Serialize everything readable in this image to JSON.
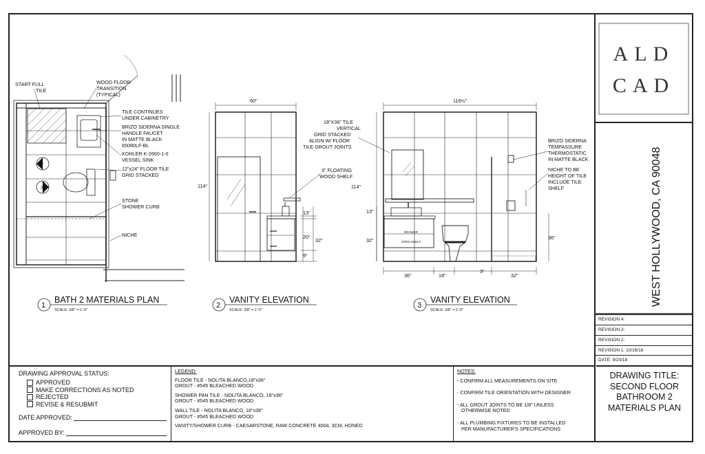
{
  "logo": {
    "line1": "ALD",
    "line2": "CAD"
  },
  "project": {
    "location": "WEST HOLLYWOOD, CA 90048"
  },
  "revisions": [
    "REVISION 4:",
    "REVISION 3:",
    "REVISION 2:",
    "REVISION 1: 10/16/18",
    "DATE: 9/20/18"
  ],
  "drawing_title": {
    "label": "DRAWING TITLE:",
    "lines": [
      "SECOND FLOOR",
      "BATHROOM 2",
      "MATERIALS PLAN"
    ]
  },
  "approval": {
    "heading": "DRAWING APPROVAL STATUS:",
    "options": [
      "APPROVED",
      "MAKE CORRECTIONS AS NOTED",
      "REJECTED",
      "REVISE & RESUBMIT"
    ],
    "date_label": "DATE APPROVED:",
    "by_label": "APPROVED BY:"
  },
  "legend": {
    "heading": "LEGEND:",
    "items": [
      [
        "FLOOR TILE - NOLITA BLANCO,18\"x36\"",
        "GROUT - #545 BLEACHED WOOD"
      ],
      [
        "SHOWER PAN TILE - NOLITA BLANCO, 18\"x36\"",
        "GROUT - #545 BLEACHED WOOD"
      ],
      [
        "WALL TILE - NOLITA BLANCO, 18\"x36\"",
        "GROUT - #545 BLEACHED WOOD"
      ],
      [
        "VANITY/SHOWER CURB - CAESARSTONE, RAW CONCRETE 4004, 3CM, HONED"
      ]
    ]
  },
  "notes": {
    "heading": "NOTES:",
    "items": [
      [
        "- CONFIRM ALL MEASUREMENTS ON SITE"
      ],
      [
        "- CONFIRM TILE ORIENTATION WITH DESIGNER"
      ],
      [
        "- ALL GROUT JOINTS TO BE 1/8\" UNLESS",
        "  OTHERWISE NOTED"
      ],
      [
        "- ALL PLUMBING FIXTURES TO BE INSTALLED",
        "  PER MANUFACTURER'S SPECIFICATIONS"
      ]
    ]
  },
  "views": [
    {
      "number": "1",
      "title": "BATH 2 MATERIALS PLAN",
      "scale": "SCALE: 3/8\" = 1'-0\""
    },
    {
      "number": "2",
      "title": "VANITY ELEVATION",
      "scale": "SCALE: 3/8\" = 1'-0\""
    },
    {
      "number": "3",
      "title": "VANITY ELEVATION",
      "scale": "SCALE: 3/8\" = 1'-0\""
    }
  ],
  "plan_notes": {
    "start_full_tile": [
      "START FULL",
      "TILE"
    ],
    "wood_floor": [
      "WOOD FLOOR",
      "TRANSITION",
      "(TYPICAL)"
    ],
    "tile_continues": [
      "TILE CONTINUES",
      "UNDER CABINETRY"
    ],
    "faucet": [
      "BRIZO SIDERNA SINGLE",
      "HANDLE FAUCET",
      "IN MATTE BLACK",
      "65080LF-BL"
    ],
    "sink": [
      "KOHLER K-2660-1-0",
      "VESSEL SINK"
    ],
    "floor_tile": [
      "12\"x24\" FLOOR TILE",
      "GRID STACKED"
    ],
    "curb": [
      "STONE",
      "SHOWER CURB"
    ],
    "niche": [
      "NICHE"
    ],
    "tag2": "2",
    "tag3": "3"
  },
  "elev2": {
    "dim_width": "60\"",
    "dim_height": "114\"",
    "dim_13": "13\"",
    "dim_20": "20\"",
    "dim_32": "32\"",
    "dim_9": "9\"",
    "shelf_note": [
      "3\" FLOATING",
      "WOOD SHELF"
    ],
    "tile_note": [
      "18\"X36\" TILE",
      "VERTICAL",
      "GRID STACKED",
      "ALIGN W/ FLOOR",
      "TILE GROUT JOINTS"
    ]
  },
  "elev3": {
    "dim_width": "116½\"",
    "dim_height": "114\"",
    "dim_13": "13\"",
    "dim_32": "32\"",
    "dim_36": "36\"",
    "dim_b36": "36\"",
    "dim_b18": "18\"",
    "dim_b3": "3\"",
    "dim_b32": "32\"",
    "drawer": "DRAWER",
    "open_shelf": "OPEN SHELF",
    "thermo_note": [
      "BRIZO SIDERNA",
      "TEMPASSURE",
      "THERMOSTATIC",
      "IN MATTE BLACK"
    ],
    "niche_note": [
      "NICHE TO BE",
      "HEIGHT OF TILE",
      "INCLUDE TILE",
      "SHELF"
    ]
  }
}
